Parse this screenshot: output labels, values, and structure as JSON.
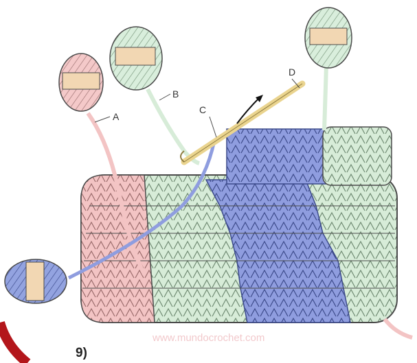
{
  "labels": {
    "a": "A",
    "b": "B",
    "c": "C",
    "d": "D"
  },
  "step": "9)",
  "watermark": "www.mundocrochet.com",
  "colors": {
    "pink": "#f3c4c4",
    "mint": "#d7ecd8",
    "blue": "#8f9ddf",
    "blue_dark": "#6f7fc9",
    "hook": "#ead48f",
    "band": "#f2d7b3",
    "outline": "#4a4a4a",
    "red_arc": "#b3161b"
  },
  "icons": [
    "yarn-ball-icon",
    "crochet-hook-icon",
    "arrow-icon"
  ]
}
